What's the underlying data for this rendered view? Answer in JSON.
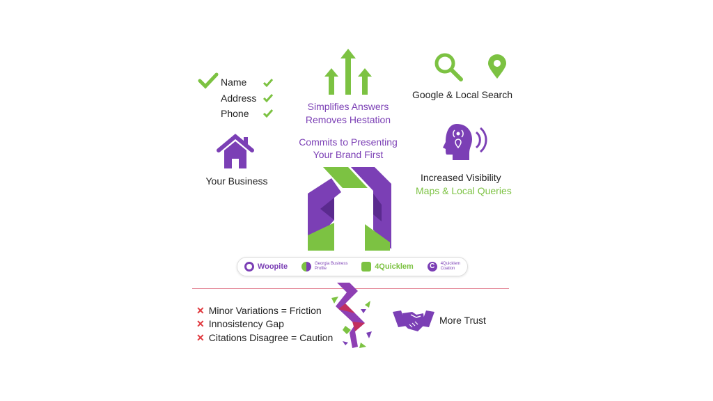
{
  "nap": {
    "items": [
      "Name",
      "Address",
      "Phone"
    ]
  },
  "business": {
    "label": "Your Business"
  },
  "center": {
    "line1": "Simplifies Answers",
    "line2": "Removes Hestation",
    "line3": "Commits to Presenting",
    "line4": "Your Brand First"
  },
  "search": {
    "label": "Google & Local Search"
  },
  "visibility": {
    "line1": "Increased Visibility",
    "line2": "Maps & Local Queries"
  },
  "platforms": [
    {
      "label": "Woopite"
    },
    {
      "label": "Georgia Business",
      "sub": "Profile"
    },
    {
      "label": "4Quicklem"
    },
    {
      "label": "4Quicklem",
      "sub": "Coation"
    }
  ],
  "issues": [
    "Minor Variations = Friction",
    "Innosistency Gap",
    "Citations Disagree = Caution"
  ],
  "trust": {
    "label": "More Trust"
  },
  "colors": {
    "purple": "#7b3fb5",
    "green": "#7cc242",
    "red": "#e0393e"
  }
}
